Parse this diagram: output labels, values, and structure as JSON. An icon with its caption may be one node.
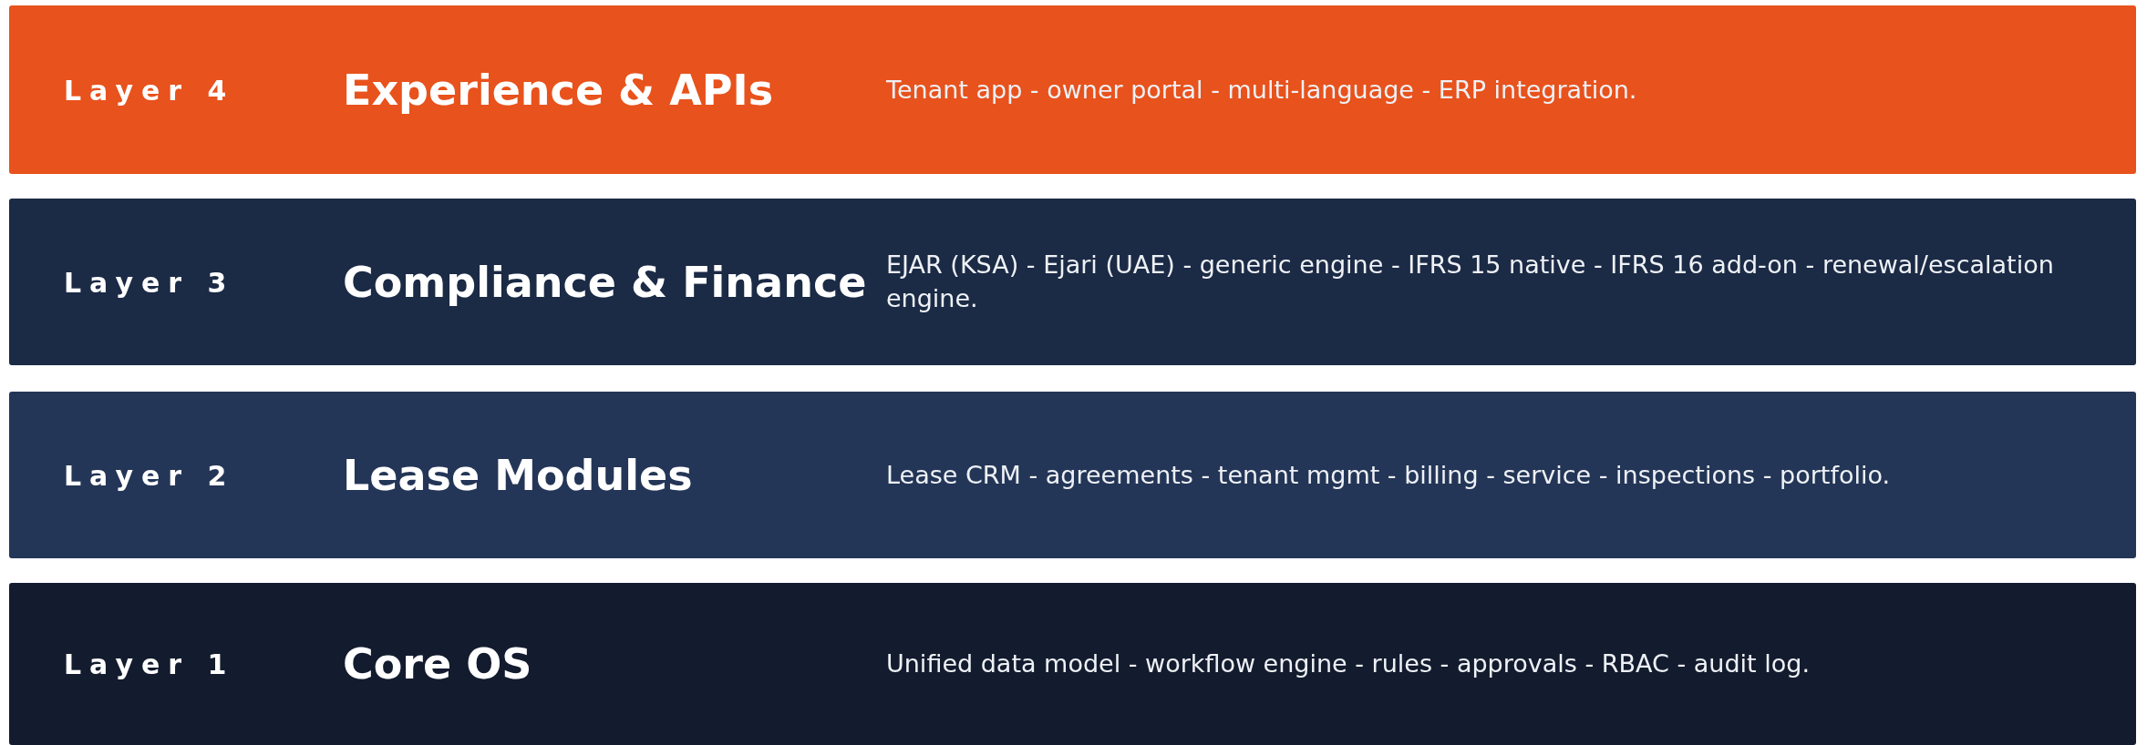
{
  "diagram": {
    "nodes": [
      {
        "text": [
          "Layer 4",
          "Experience & APIs",
          "Tenant app - owner portal - multi-language - ERP integration."
        ]
      },
      {
        "text": [
          "Layer 3",
          "Compliance & Finance",
          "EJAR (KSA) - Ejari (UAE) - generic engine - IFRS 15 native - IFRS 16 add-on - renewal/escalation engine."
        ]
      },
      {
        "text": [
          "Layer 2",
          "Lease Modules",
          "Lease CRM - agreements - tenant mgmt - billing - service - inspections - portfolio."
        ]
      },
      {
        "text": [
          "Layer 1",
          "Core OS",
          "Unified data model - workflow engine - rules - approvals - RBAC - audit log."
        ]
      }
    ]
  }
}
